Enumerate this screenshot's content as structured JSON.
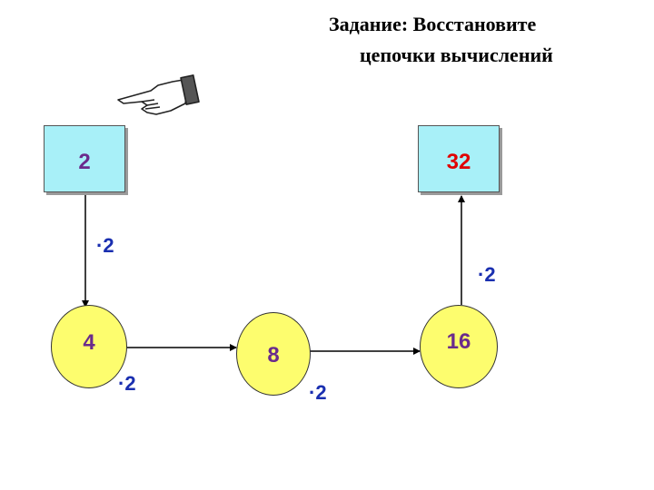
{
  "title": {
    "line1": "Задание: Восстановите",
    "line2": "цепочки вычислений"
  },
  "nodes": {
    "start": {
      "value": "2",
      "color": "#6a2b8c"
    },
    "end": {
      "value": "32",
      "color": "#e00000"
    },
    "c1": {
      "value": "4"
    },
    "c2": {
      "value": "8"
    },
    "c3": {
      "value": "16"
    }
  },
  "ops": {
    "op1": "·2",
    "op2": "·2",
    "op3": "·2",
    "op4": "·2"
  },
  "colors": {
    "box_fill": "#a8f0f8",
    "circle_fill": "#fdfd6e",
    "operator": "#1a2fb0"
  },
  "icons": {
    "pointer": "pointing-hand-icon"
  }
}
